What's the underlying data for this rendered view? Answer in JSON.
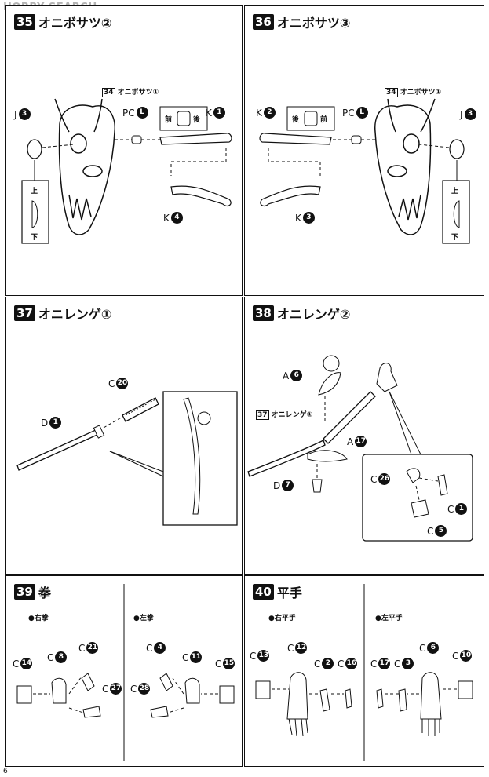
{
  "watermark": "HOBBY SEARCH",
  "steps": [
    {
      "num": "35",
      "title": "オニボサツ②",
      "ref_label": "オニボサツ①",
      "ref_num": "34",
      "parts": [
        {
          "letter": "J",
          "num": "3"
        },
        {
          "letter": "PC",
          "num": "L"
        },
        {
          "letter": "K",
          "num": "1"
        },
        {
          "letter": "K",
          "num": "4"
        }
      ],
      "front": "前",
      "back": "後",
      "up": "上",
      "down": "下"
    },
    {
      "num": "36",
      "title": "オニボサツ③",
      "ref_label": "オニボサツ①",
      "ref_num": "34",
      "parts": [
        {
          "letter": "K",
          "num": "2"
        },
        {
          "letter": "PC",
          "num": "L"
        },
        {
          "letter": "J",
          "num": "3"
        },
        {
          "letter": "K",
          "num": "3"
        }
      ],
      "front": "前",
      "back": "後",
      "up": "上",
      "down": "下"
    },
    {
      "num": "37",
      "title": "オニレンゲ①",
      "parts": [
        {
          "letter": "C",
          "num": "20"
        },
        {
          "letter": "D",
          "num": "1"
        }
      ]
    },
    {
      "num": "38",
      "title": "オニレンゲ②",
      "ref_label": "オニレンゲ①",
      "ref_num": "37",
      "parts": [
        {
          "letter": "A",
          "num": "6"
        },
        {
          "letter": "A",
          "num": "17"
        },
        {
          "letter": "D",
          "num": "7"
        },
        {
          "letter": "C",
          "num": "26"
        },
        {
          "letter": "C",
          "num": "1"
        },
        {
          "letter": "C",
          "num": "5"
        }
      ]
    },
    {
      "num": "39",
      "title": "拳",
      "left_label": "●右拳",
      "right_label": "●左拳",
      "parts": [
        {
          "letter": "C",
          "num": "14"
        },
        {
          "letter": "C",
          "num": "8"
        },
        {
          "letter": "C",
          "num": "21"
        },
        {
          "letter": "C",
          "num": "27"
        },
        {
          "letter": "C",
          "num": "4"
        },
        {
          "letter": "C",
          "num": "11"
        },
        {
          "letter": "C",
          "num": "15"
        },
        {
          "letter": "C",
          "num": "28"
        }
      ]
    },
    {
      "num": "40",
      "title": "平手",
      "left_label": "●右平手",
      "right_label": "●左平手",
      "parts": [
        {
          "letter": "C",
          "num": "13"
        },
        {
          "letter": "C",
          "num": "12"
        },
        {
          "letter": "C",
          "num": "2"
        },
        {
          "letter": "C",
          "num": "16"
        },
        {
          "letter": "C",
          "num": "17"
        },
        {
          "letter": "C",
          "num": "3"
        },
        {
          "letter": "C",
          "num": "6"
        },
        {
          "letter": "C",
          "num": "10"
        }
      ]
    }
  ],
  "page_number": "6"
}
